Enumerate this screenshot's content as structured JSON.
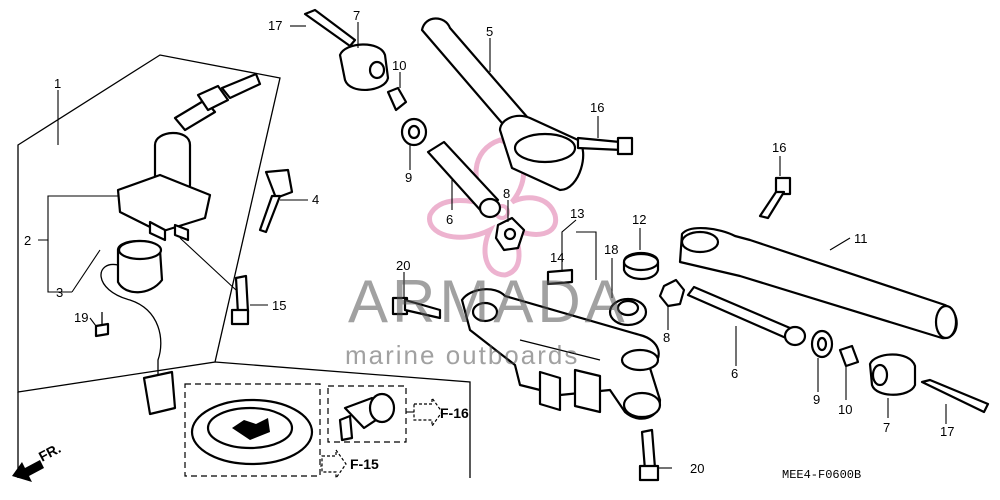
{
  "watermark": {
    "brand": "ARMADA",
    "tagline": "marine outboards"
  },
  "callouts": {
    "c1": "1",
    "c2": "2",
    "c3": "3",
    "c4": "4",
    "c5": "5",
    "c6a": "6",
    "c6b": "6",
    "c7a": "7",
    "c7b": "7",
    "c8a": "8",
    "c8b": "8",
    "c9a": "9",
    "c9b": "9",
    "c10a": "10",
    "c10b": "10",
    "c11": "11",
    "c12": "12",
    "c13": "13",
    "c14": "14",
    "c15": "15",
    "c16a": "16",
    "c16b": "16",
    "c17a": "17",
    "c17b": "17",
    "c18": "18",
    "c19": "19",
    "c20a": "20",
    "c20b": "20"
  },
  "references": {
    "f16": "F-16",
    "f15": "F-15"
  },
  "direction_label": "FR.",
  "diagram_code": "MEE4-F0600B"
}
